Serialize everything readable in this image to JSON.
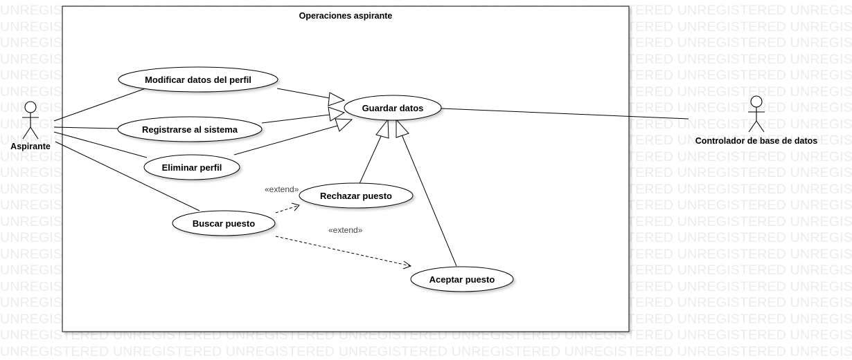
{
  "watermark": {
    "text": "UNREGISTERED"
  },
  "system": {
    "title": "Operaciones aspirante"
  },
  "actors": {
    "aspirante": "Aspirante",
    "controlador": "Controlador de  base de datos"
  },
  "use_cases": {
    "modificar": "Modificar datos del perfil",
    "registrarse": "Registrarse al sistema",
    "eliminar": "Eliminar perfil",
    "guardar": "Guardar datos",
    "rechazar": "Rechazar puesto",
    "buscar": "Buscar puesto",
    "aceptar": "Aceptar puesto"
  },
  "relations": {
    "extend_rechazar": "«extend»",
    "extend_aceptar": "«extend»"
  }
}
